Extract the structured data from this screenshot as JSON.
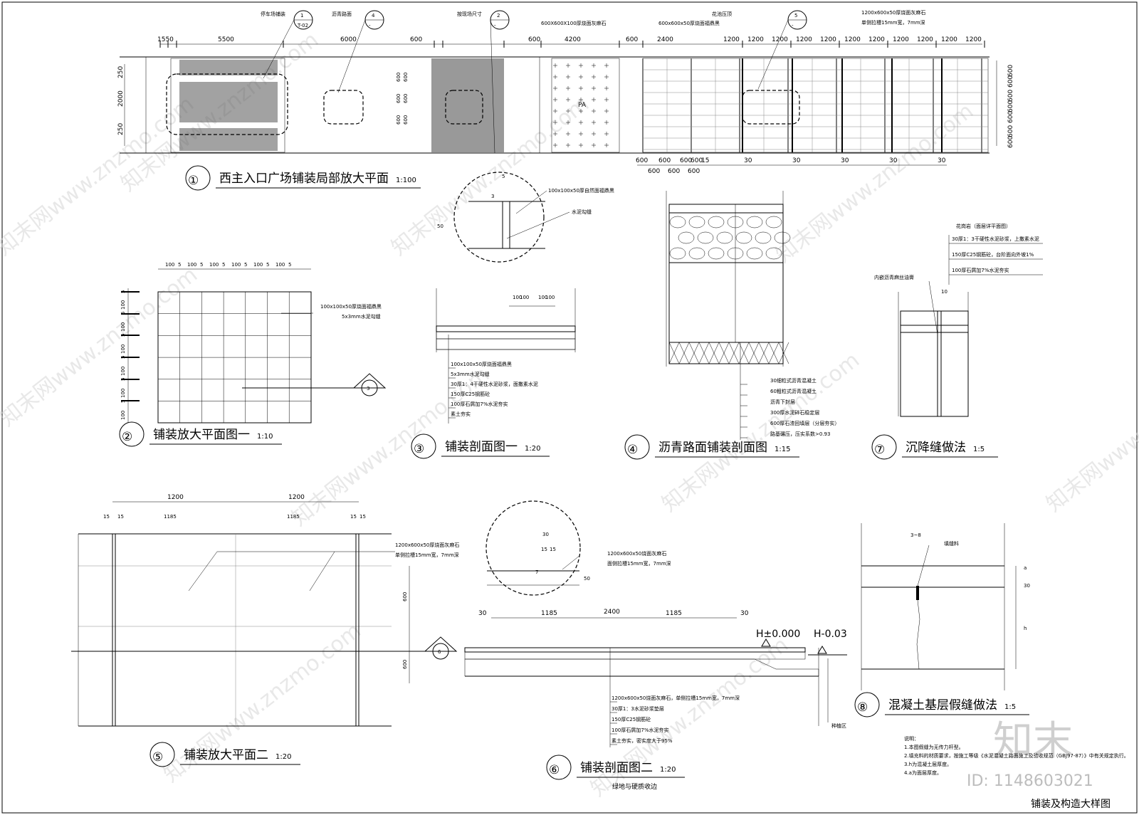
{
  "sheet_title": "铺装及构造大样图",
  "id_watermark": "ID: 1148603021",
  "logo_text": "知末",
  "watermarks": [
    "知末网www.znzmo.com"
  ],
  "views": [
    {
      "num": "①",
      "title": "西主入口广场铺装局部放大平面",
      "scale": "1:100"
    },
    {
      "num": "②",
      "title": "铺装放大平面图一",
      "scale": "1:10"
    },
    {
      "num": "③",
      "title": "铺装剖面图一",
      "scale": "1:20"
    },
    {
      "num": "④",
      "title": "沥青路面铺装剖面图",
      "scale": "1:15"
    },
    {
      "num": "⑦",
      "title": "沉降缝做法",
      "scale": "1:5"
    },
    {
      "num": "⑤",
      "title": "铺装放大平面二",
      "scale": "1:20"
    },
    {
      "num": "⑥",
      "title": "铺装剖面图二",
      "scale": "1:20",
      "subtitle": "绿地与硬质收边"
    },
    {
      "num": "⑧",
      "title": "混凝土基层假缝做法",
      "scale": "1:5"
    }
  ],
  "plan1": {
    "top_dims": [
      "1550",
      "5500",
      "6000",
      "600",
      "600",
      "4200",
      "600",
      "2400",
      "1200",
      "1200",
      "1200",
      "1200",
      "1200",
      "1200",
      "1200",
      "1200",
      "1200",
      "1200",
      "1200"
    ],
    "left_dims": [
      "250",
      "2000",
      "250"
    ],
    "right_dims": [
      "600",
      "600",
      "600",
      "600",
      "600",
      "600",
      "600"
    ],
    "bottom_dims": [
      "600",
      "600",
      "600",
      "600",
      "15",
      "30",
      "30",
      "30",
      "30",
      "30"
    ],
    "bottom_dims2": [
      "600",
      "600",
      "600"
    ],
    "inner_dims": [
      "600",
      "600",
      "600",
      "600",
      "600",
      "600"
    ],
    "callouts": [
      {
        "label": "停车场铺装",
        "ref_top": "1",
        "ref_bot": "T-02"
      },
      {
        "label": "沥青路面",
        "ref_top": "4",
        "ref_bot": "-"
      },
      {
        "label": "按现场尺寸",
        "ref_top": "2",
        "ref_bot": "-"
      },
      {
        "label": "花池压顶",
        "ref_top": "5",
        "ref_bot": "-"
      }
    ],
    "material_notes": [
      "600X600X100厚烧面灰麻石",
      "600x600x50厚烧面福鼎黑",
      "1200x600x50厚烧面灰麻石",
      "单侧拉槽15mm宽，7mm深"
    ],
    "pa_label": "PA"
  },
  "plan2": {
    "top_dims": [
      "100",
      "5",
      "100",
      "5",
      "100",
      "5",
      "100",
      "5",
      "100",
      "5",
      "100",
      "5"
    ],
    "left_dims": [
      "5",
      "100",
      "5",
      "100",
      "5",
      "100",
      "5",
      "100",
      "5",
      "100",
      "5",
      "100"
    ],
    "note1": "100x100x50厚烧面福鼎黑",
    "note2": "5x3mm水泥勾缝",
    "section_ref": "3"
  },
  "sec3": {
    "zoom_dims": [
      "5",
      "3",
      "50"
    ],
    "zoom_note1": "100x100x50厚自然面福鼎黑",
    "zoom_note2": "水泥勾缝",
    "dims": [
      "100",
      "100",
      "100",
      "100"
    ],
    "layers": [
      "100x100x50厚烧面福鼎黑",
      "5x3mm水泥勾缝",
      "30厚1：4干硬性水泥砂浆，面撒素水泥",
      "150厚C25钢筋砼",
      "100厚石屑加7%水泥夯实",
      "素土夯实"
    ]
  },
  "sec4": {
    "layers": [
      "30细粒式沥青混凝土",
      "60粗粒式沥青混凝土",
      "沥青下封层",
      "300厚水泥碎石稳定层",
      "600厚石渣回填层（分层夯实）",
      "路基碾压，压实系数>0.93"
    ]
  },
  "sec7": {
    "header": "花岗岩（面层详平面图）",
    "layers": [
      "30厚1：3干硬性水泥砂浆，上撒素水泥",
      "150厚C25钢筋砼，台阶面向外坡1%",
      "100厚石屑加7%水泥夯实"
    ],
    "side_note": "内嵌沥青麻丝油膏",
    "dim": "10"
  },
  "plan5": {
    "top_dims": [
      "1200",
      "1200"
    ],
    "sub_dims": [
      "15",
      "15",
      "1185",
      "1185",
      "15",
      "15"
    ],
    "right_dims": [
      "600",
      "600"
    ],
    "note1": "1200x600x50厚烧面灰麻石",
    "note2": "单侧拉槽15mm宽，7mm深",
    "section_ref": "6"
  },
  "sec6": {
    "zoom_dims": [
      "30",
      "15",
      "15",
      "50",
      "7"
    ],
    "zoom_note1": "1200x600x50烧面灰麻石",
    "zoom_note2": "面侧拉槽15mm宽，7mm深",
    "dims": [
      "30",
      "2400",
      "1185",
      "1185",
      "30"
    ],
    "elev1": "H±0.000",
    "elev2": "H-0.03",
    "green_label": "种植区",
    "layers": [
      "1200x600x50烧面灰麻石，单侧拉槽15mm宽，7mm深",
      "30厚1：3水泥砂浆垫层",
      "150厚C25钢筋砼",
      "100厚石屑加7%水泥夯实",
      "素土夯实，密实度大于95%"
    ]
  },
  "sec8": {
    "dim_top": "3~8",
    "dim_a": "30",
    "a_label": "a",
    "h_label": "h",
    "note": "填缝料",
    "notes_title": "说明：",
    "notes": [
      "1.本图假缝为无传力杆型。",
      "2.填充料的材质要求，按施工等级《水泥混凝土路面施工及验收规范（GBJ97-87）》中有关规定执行。",
      "3.h为混凝土层厚度。",
      "4.a为面层厚度。"
    ]
  }
}
